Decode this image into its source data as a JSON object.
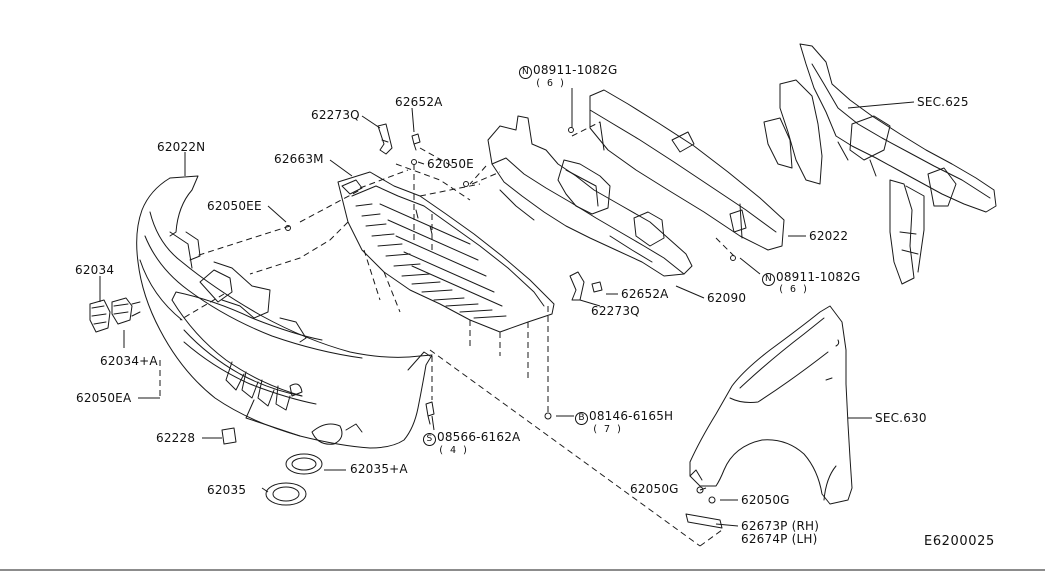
{
  "diagram_code": "E6200025",
  "labels": {
    "l62022N": "62022N",
    "l62034": "62034",
    "l62034A": "62034+A",
    "l62050EA": "62050EA",
    "l62228": "62228",
    "l62035": "62035",
    "l62035A": "62035+A",
    "l62050EE": "62050EE",
    "l62663M": "62663M",
    "l62273Q_top": "62273Q",
    "l62652A_top": "62652A",
    "l62050E": "62050E",
    "l62652A_mid": "62652A",
    "l62273Q_mid": "62273Q",
    "l62090": "62090",
    "l62022": "62022",
    "lSEC625": "SEC.625",
    "lSEC630": "SEC.630",
    "l62050G_left": "62050G",
    "l62050G_right": "62050G",
    "l62673P": "62673P (RH)",
    "l62674P": "62674P (LH)"
  },
  "fasteners": {
    "n_top": {
      "badge": "N",
      "part": "08911-1082G",
      "qty": "( 6 )"
    },
    "n_right": {
      "badge": "N",
      "part": "08911-1082G",
      "qty": "( 6 )"
    },
    "b_bolt": {
      "badge": "B",
      "part": "08146-6165H",
      "qty": "( 7 )"
    },
    "s_screw": {
      "badge": "S",
      "part": "08566-6162A",
      "qty": "( 4 )"
    }
  }
}
